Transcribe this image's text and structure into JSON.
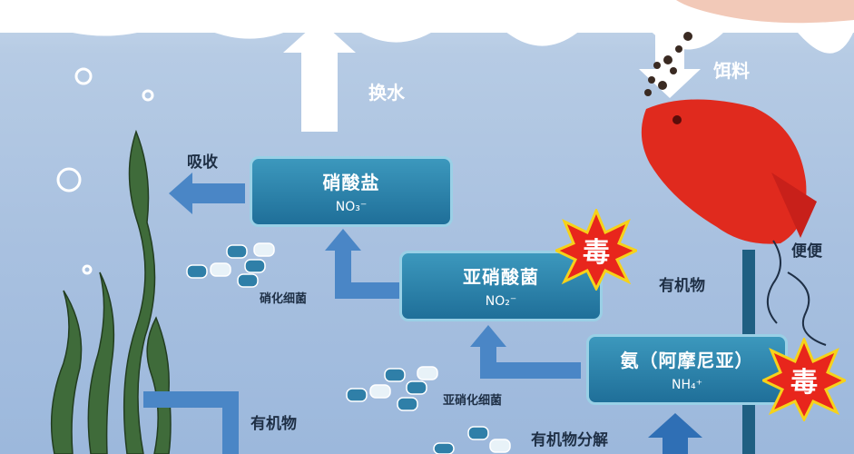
{
  "labels": {
    "water_change": "换水",
    "feed": "饵料",
    "absorb": "吸收",
    "feces": "便便",
    "organic_right": "有机物",
    "organic_left": "有机物",
    "decompose": "有机物分解",
    "nitrifying_bacteria": "硝化细菌",
    "nitrite_bacteria": "亚硝化细菌"
  },
  "boxes": {
    "nitrate": {
      "name": "硝酸盐",
      "formula": "NO₃⁻"
    },
    "nitrite": {
      "name": "亚硝酸菌",
      "formula": "NO₂⁻"
    },
    "ammonia": {
      "name": "氨（阿摩尼亚）",
      "formula": "NH₄⁺"
    }
  },
  "poison_label": "毒",
  "colors": {
    "water": "#a9c1e0",
    "box": "#2a82ad",
    "arrow": "#4a86c6",
    "fish": "#e02a1e",
    "poison_star": "#e8261c",
    "plant": "#3f6b3a"
  }
}
